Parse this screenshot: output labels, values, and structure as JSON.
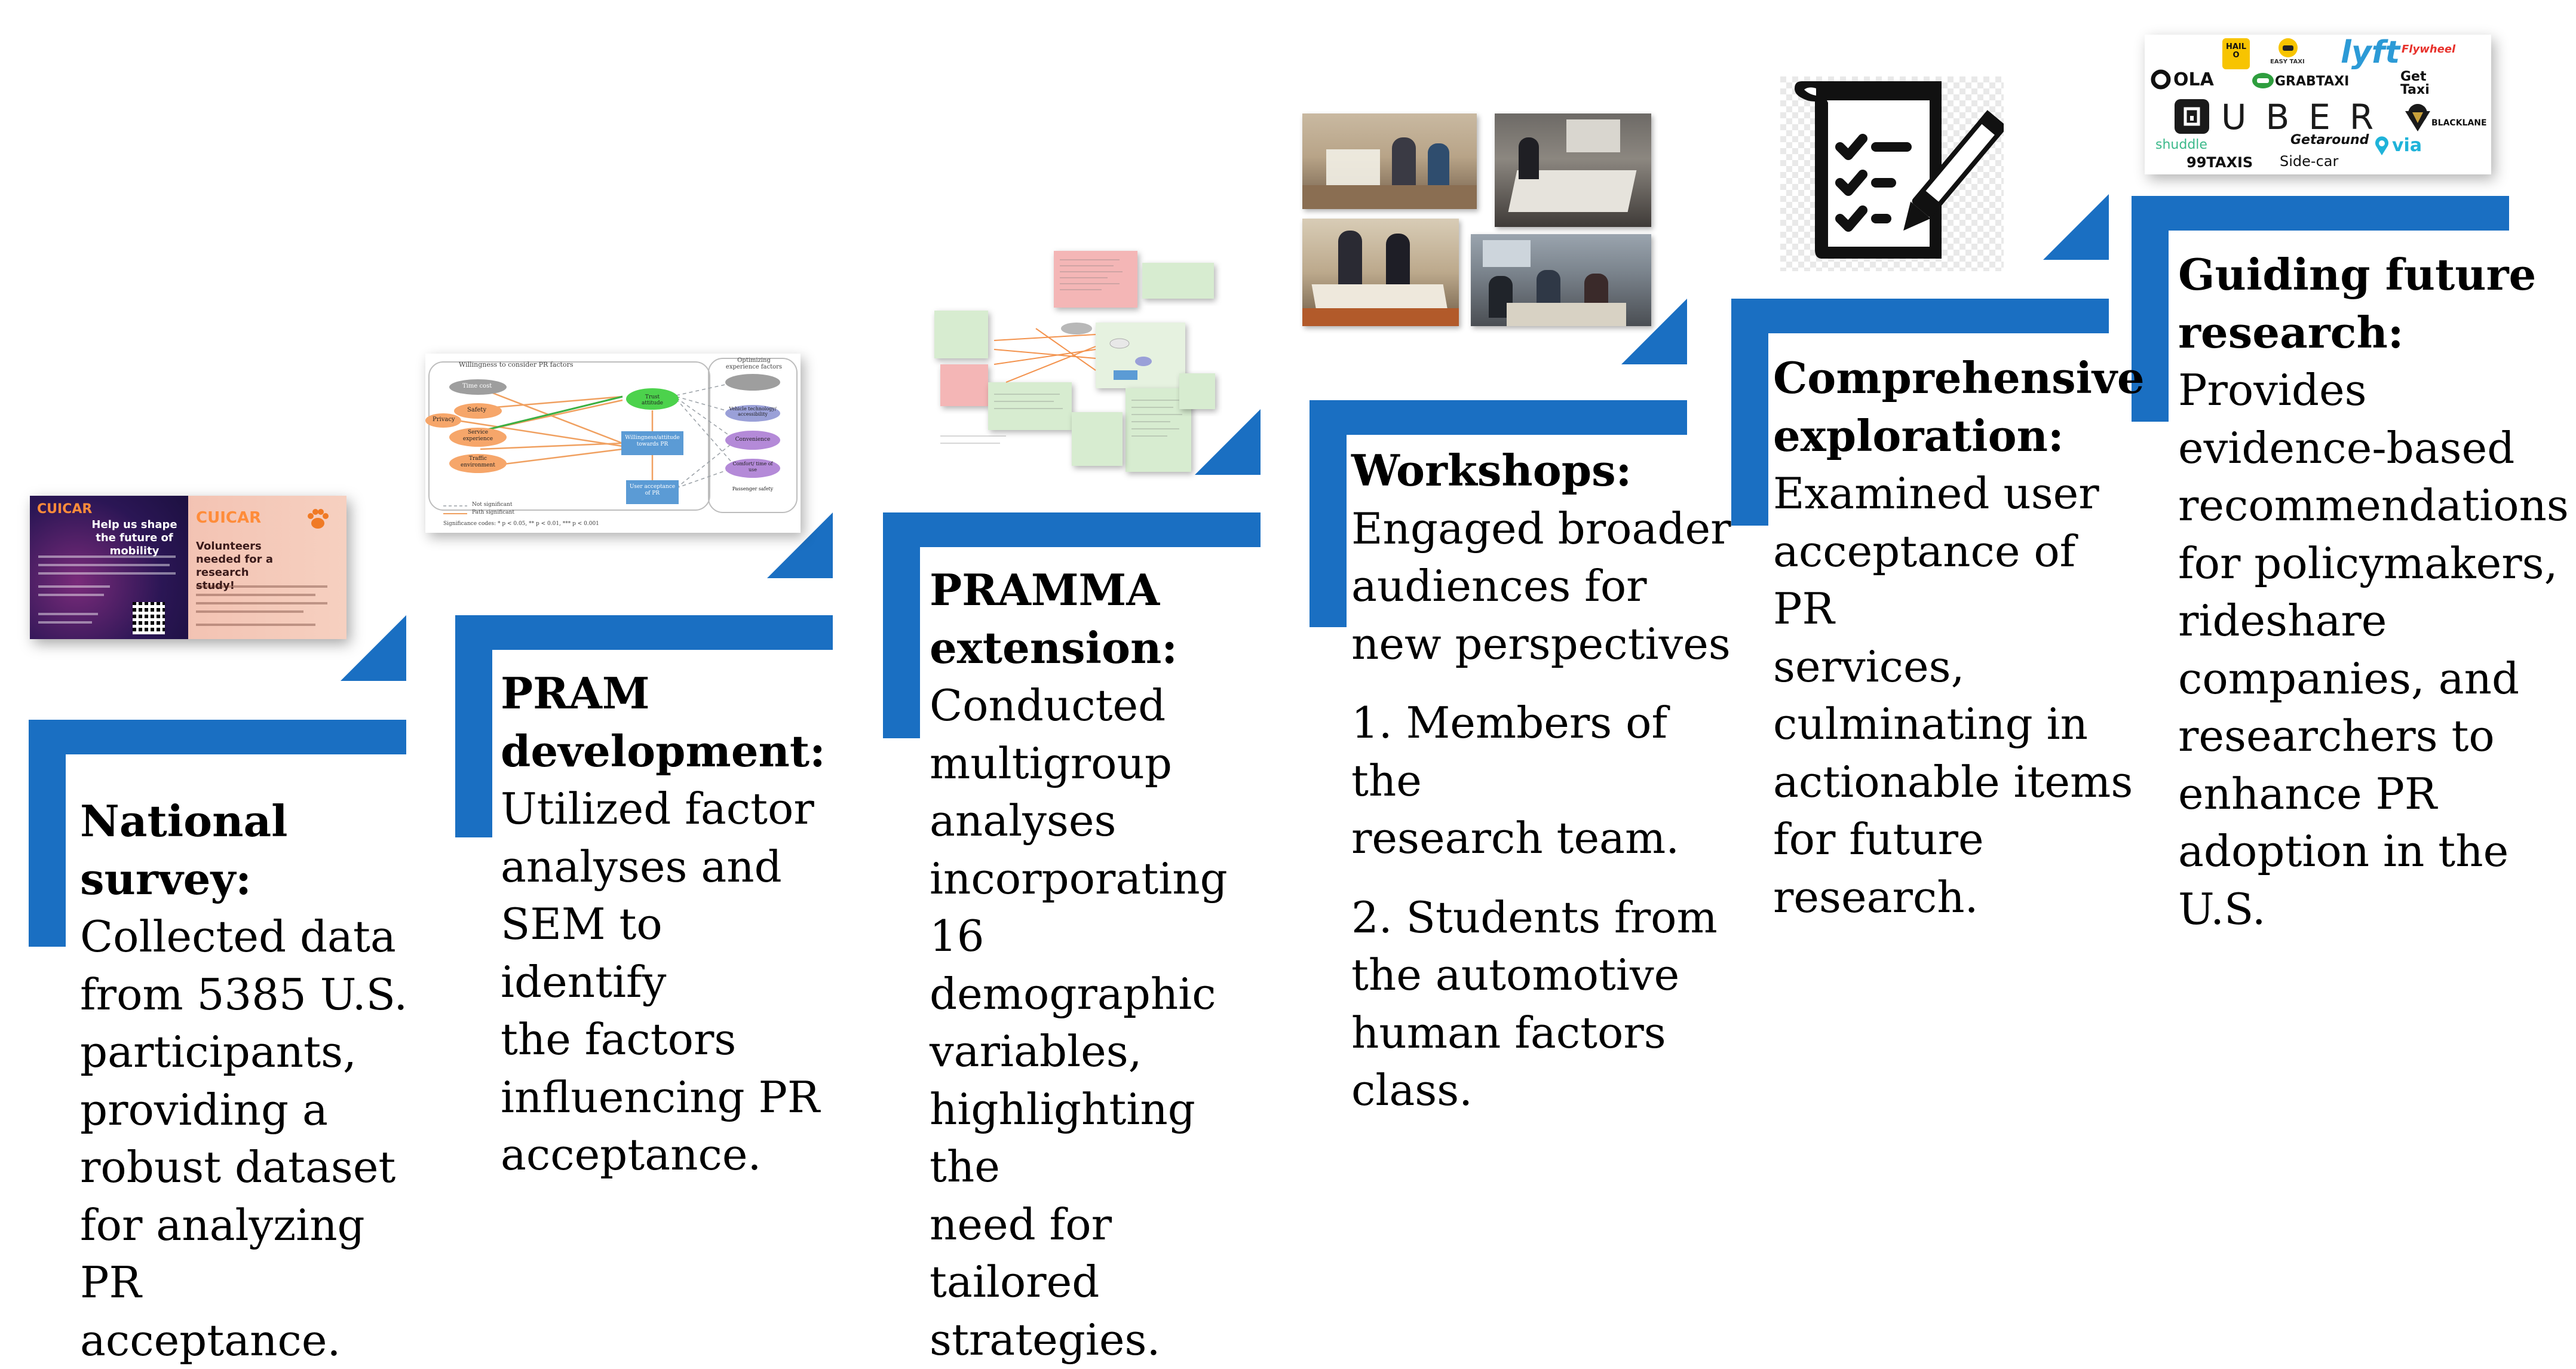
{
  "colors": {
    "accent": "#1a6fc2",
    "text": "#000000"
  },
  "steps": [
    {
      "title_lines": [
        "National",
        "survey:"
      ],
      "body_lines": [
        "Collected data",
        "from 5385 U.S.",
        "participants,",
        "providing a",
        "robust dataset",
        "for analyzing",
        "PR acceptance."
      ]
    },
    {
      "title_lines": [
        "PRAM",
        "development:"
      ],
      "body_lines": [
        "Utilized factor",
        "analyses and",
        "SEM to identify",
        "the factors",
        "influencing PR",
        "acceptance."
      ]
    },
    {
      "title_lines": [
        "PRAMMA",
        "extension:"
      ],
      "body_lines": [
        "Conducted",
        "multigroup",
        "analyses",
        "incorporating 16",
        "demographic",
        "variables,",
        "highlighting the",
        "need for tailored",
        "strategies."
      ]
    },
    {
      "title_lines": [
        "Workshops:"
      ],
      "body_lines": [
        "Engaged broader",
        "audiences for",
        "new perspectives"
      ],
      "list": [
        {
          "lines": [
            "1. Members of the",
            "research team."
          ]
        },
        {
          "lines": [
            "2. Students from",
            "the automotive",
            "human factors",
            "class."
          ]
        }
      ]
    },
    {
      "title_lines": [
        "Comprehensive",
        "exploration:"
      ],
      "body_lines": [
        "Examined user",
        "acceptance of PR",
        "services,",
        "culminating in",
        "actionable items",
        "for future",
        "research."
      ]
    },
    {
      "title_lines": [
        "Guiding future",
        "research:"
      ],
      "body_lines": [
        "Provides",
        "evidence-based",
        "recommendations",
        "for policymakers,",
        "rideshare",
        "companies, and",
        "researchers to",
        "enhance PR",
        "adoption in the",
        "U.S."
      ]
    }
  ],
  "flyer": {
    "logo_left": "CUICAR",
    "logo_right": "CUICAR",
    "headline": "Help us shape the future of mobility",
    "right_heading": "Volunteers needed for a research study!"
  },
  "model": {
    "title": "Willingness to consider PR factors",
    "side_title": "Optimizing experience factors",
    "nodes": [
      "Time cost",
      "Safety",
      "Privacy",
      "Service experience",
      "Traffic environment",
      "Trust attitude",
      "Willingness/attitude towards PR",
      "User acceptance of PR",
      "Vehicle technology/ accessibility",
      "Convenience",
      "Comfort/ time of use",
      "Passenger safety"
    ],
    "legend": [
      "Not significant",
      "Path significant"
    ],
    "footer": "Significance codes: * p < 0.05, ** p < 0.01, *** p < 0.001"
  },
  "logos": [
    "HAIL O",
    "EASY TAXI",
    "lyft",
    "Flywheel",
    "OLA",
    "GRABTAXI",
    "Get Taxi",
    "UBER",
    "BLACKLANE",
    "shuddle",
    "Getaround",
    "via",
    "99TAXIS",
    "Side-car"
  ]
}
